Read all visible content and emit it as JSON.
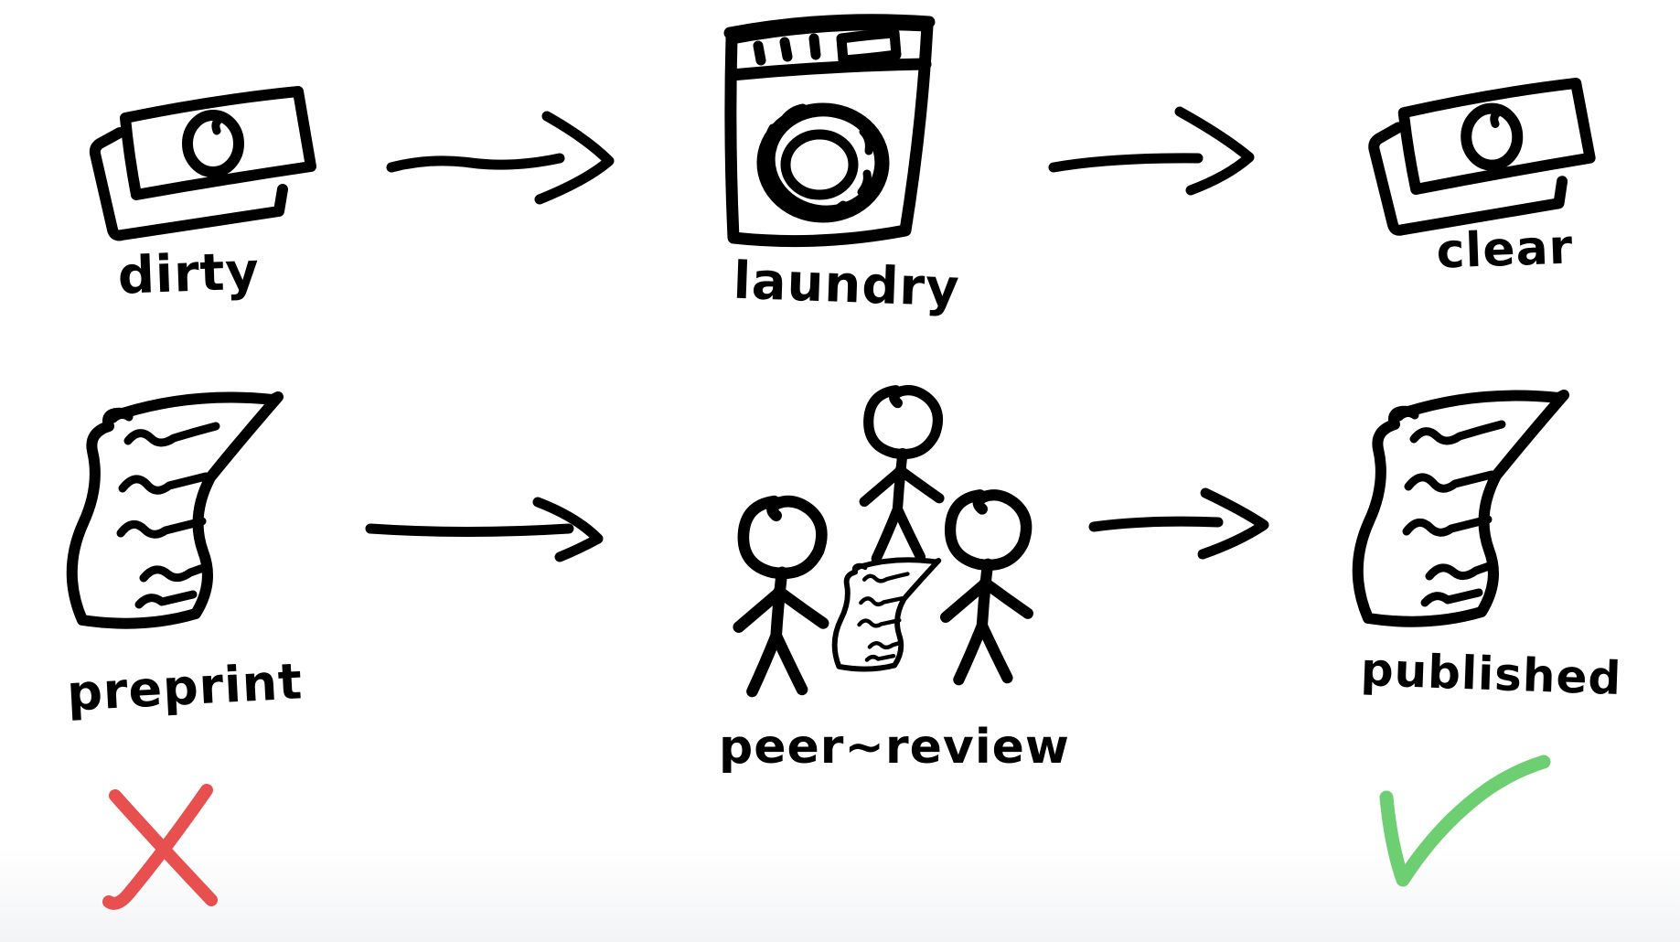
{
  "canvas": {
    "background": "#ffffff",
    "footer_tint": "#f3f4f6",
    "ink_color": "#000000"
  },
  "flow_top": {
    "start": {
      "label": "dirty",
      "icon": "banknote-stack-icon"
    },
    "arrow_1": {
      "icon": "arrow-right-icon"
    },
    "process": {
      "label": "laundry",
      "icon": "washing-machine-icon"
    },
    "arrow_2": {
      "icon": "arrow-right-icon"
    },
    "result": {
      "label": "clear",
      "icon": "banknote-stack-icon"
    }
  },
  "flow_bottom": {
    "start": {
      "label": "preprint",
      "icon": "wavy-document-icon",
      "mark": {
        "icon": "x-mark-icon",
        "color": "#e8504f"
      }
    },
    "arrow_1": {
      "icon": "arrow-right-icon"
    },
    "process": {
      "label": "peer~review",
      "icon": "reviewers-with-document-icon"
    },
    "arrow_2": {
      "icon": "arrow-right-icon"
    },
    "result": {
      "label": "published",
      "icon": "wavy-document-icon",
      "mark": {
        "icon": "check-mark-icon",
        "color": "#6ecf72"
      }
    }
  }
}
